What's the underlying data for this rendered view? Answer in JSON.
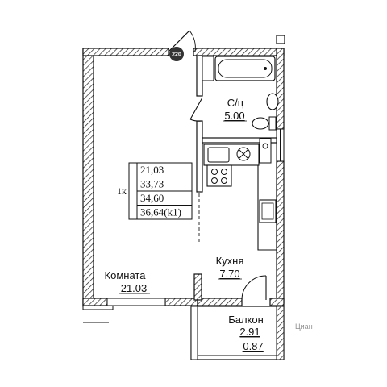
{
  "plan": {
    "apartment_number": "220",
    "rooms": [
      {
        "id": "bathroom",
        "name": "С/ц",
        "area": "5.00"
      },
      {
        "id": "kitchen",
        "name": "Кухня",
        "area": "7.70"
      },
      {
        "id": "living",
        "name": "Комната",
        "area": "21.03"
      },
      {
        "id": "balcony",
        "name": "Балкон",
        "area": "2.91",
        "area_coef": "0.87"
      }
    ],
    "area_table": {
      "rooms_label": "1к",
      "rows": [
        "21,03",
        "33,73",
        "34,60",
        "36,64(k1)"
      ]
    },
    "watermark": "Циан"
  }
}
